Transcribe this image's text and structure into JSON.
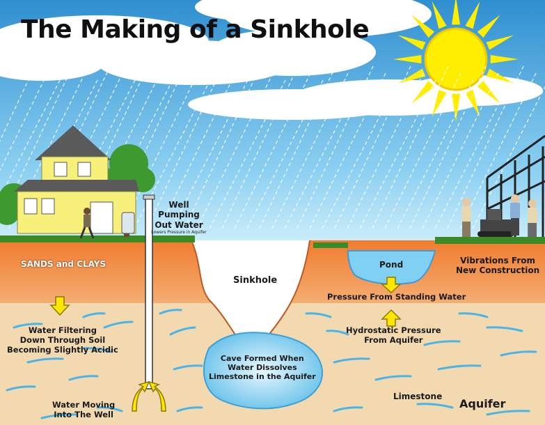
{
  "title": "The Making of a Sinkhole",
  "labels": {
    "well_main": "Well Pumping\nOut Water",
    "well_sub": "Lowers Pressure in Aquifer",
    "sands": "SANDS and CLAYS",
    "sinkhole": "Sinkhole",
    "pond": "Pond",
    "vibrations": "Vibrations From\nNew Construction",
    "pressure_standing": "Pressure From Standing Water",
    "filtering": "Water Filtering\nDown Through Soil\nBecoming Slightly Acidic",
    "hydrostatic": "Hydrostatic Pressure\nFrom Aquifer",
    "cave": "Cave Formed When\nWater Dissolves\nLimestone in the Aquifer",
    "limestone": "Limestone",
    "aquifer": "Aquifer",
    "moving": "Water Moving\nInto The Well"
  },
  "colors": {
    "sky": "#4aa6d8",
    "grass": "#3c8a26",
    "sand": "#e07a3a",
    "limestone": "#f3d9b0",
    "water": "#6cc4ee",
    "sun": "#ffee00",
    "arrow": "#ffe600",
    "house": "#f7f07a"
  }
}
